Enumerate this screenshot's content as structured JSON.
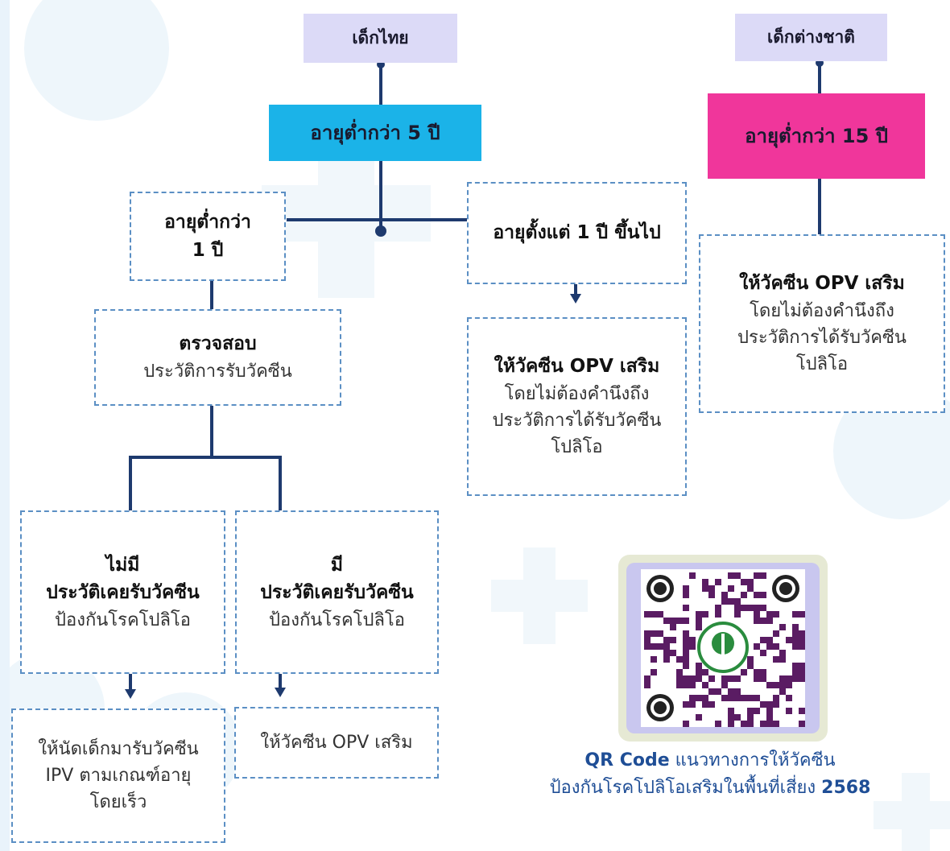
{
  "colors": {
    "accent_blue": "#1bb3e8",
    "accent_pink": "#f0369b",
    "lavender": "#dcdaf7",
    "line_navy": "#1e3a6e",
    "dash_blue": "#5b8fc4",
    "caption_blue": "#1f4e96"
  },
  "thai_children": {
    "label": "เด็กไทย",
    "age_box": "อายุต่ำกว่า 5 ปี",
    "under_1": {
      "line1": "อายุต่ำกว่า",
      "line2": "1 ปี"
    },
    "check": {
      "title": "ตรวจสอบ",
      "subtitle": "ประวัติการรับวัคซีน"
    },
    "no_history": {
      "line1": "ไม่มี",
      "line2": "ประวัติเคยรับวัคซีน",
      "line3": "ป้องกันโรคโปลิโอ",
      "action": {
        "line1": "ให้นัดเด็กมารับวัคซีน",
        "line2": "IPV ตามเกณฑ์อายุ",
        "line3": "โดยเร็ว"
      }
    },
    "has_history": {
      "line1": "มี",
      "line2": "ประวัติเคยรับวัคซีน",
      "line3": "ป้องกันโรคโปลิโอ",
      "action": "ให้วัคซีน OPV เสริม"
    },
    "over_1": {
      "label": "อายุตั้งแต่ 1 ปี ขึ้นไป",
      "action": {
        "title": "ให้วัคซีน OPV เสริม",
        "line1": "โดยไม่ต้องคำนึงถึง",
        "line2": "ประวัติการได้รับวัคซีน",
        "line3": "โปลิโอ"
      }
    }
  },
  "foreign_children": {
    "label": "เด็กต่างชาติ",
    "age_box": "อายุต่ำกว่า 15 ปี",
    "action": {
      "title": "ให้วัคซีน OPV เสริม",
      "line1": "โดยไม่ต้องคำนึงถึง",
      "line2": "ประวัติการได้รับวัคซีน",
      "line3": "โปลิโอ"
    }
  },
  "qr": {
    "caption_bold": "QR Code",
    "caption_rest": " แนวทางการให้วัคซีน",
    "caption_line2": "ป้องกันโรคโปลิโอเสริมในพื้นที่เสี่ยง",
    "caption_year": "2568"
  }
}
